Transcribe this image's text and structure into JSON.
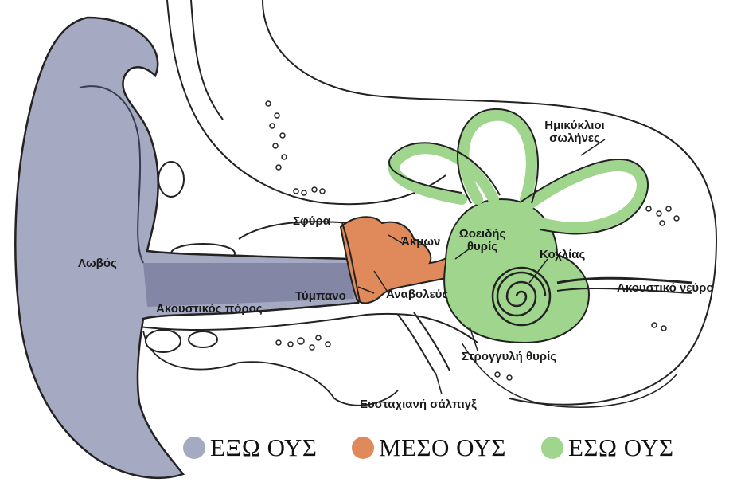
{
  "colors": {
    "outer_ear": "#a6a9c2",
    "middle_ear": "#e0895a",
    "inner_ear": "#9fd58d",
    "outline": "#222222"
  },
  "labels": {
    "lobos": "Λωβός",
    "akoustikos_poros": "Ακουστικός πόρος",
    "tympano": "Τύμπανο",
    "sfyra": "Σφύρα",
    "akmon": "Άκμων",
    "anavoleus": "Αναβολεύς",
    "oeidis_thyris_1": "Ωοειδής",
    "oeidis_thyris_2": "θυρίς",
    "imikykloi_1": "Ημικύκλιοι",
    "imikykloi_2": "σωλήνες",
    "kochlias": "Κοχλίας",
    "akoustiko_neuro": "Ακουστικό νεύρο",
    "stroggyli_thyris": "Στρογγυλή θυρίς",
    "eustachiani": "Ευσταχιανή σάλπιγξ"
  },
  "legend": [
    {
      "label": "ΕΞΩ ΟΥΣ",
      "color": "#a6a9c2"
    },
    {
      "label": "ΜΕΣΟ ΟΥΣ",
      "color": "#e0895a"
    },
    {
      "label": "ΕΣΩ ΟΥΣ",
      "color": "#9fd58d"
    }
  ]
}
